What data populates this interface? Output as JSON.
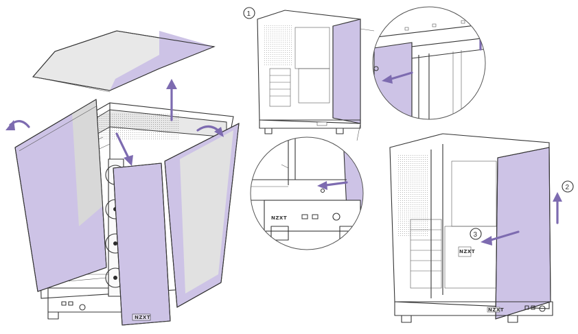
{
  "brand_logo": "NZXT",
  "steps": [
    {
      "number": "1"
    },
    {
      "number": "2"
    },
    {
      "number": "3"
    }
  ],
  "colors": {
    "panel_accent": "#cdc3e6",
    "arrow": "#7d6bb0",
    "line": "#333333"
  }
}
